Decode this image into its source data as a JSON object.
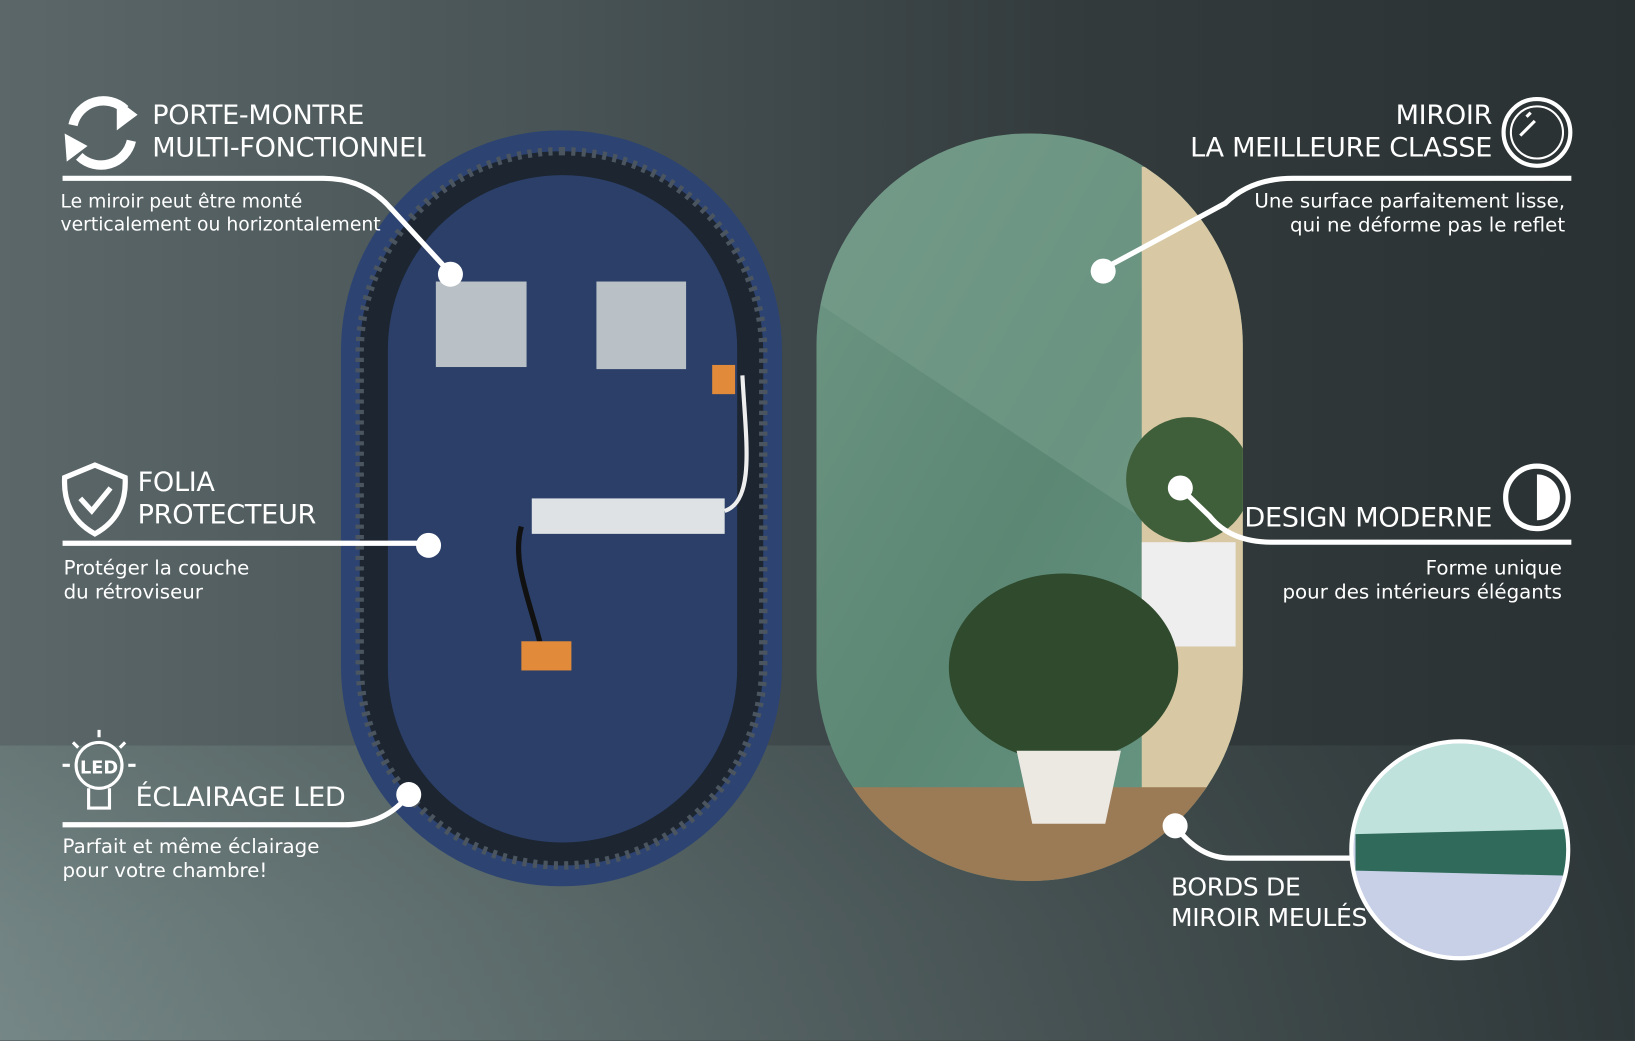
{
  "features": [
    {
      "icon": "rotate-arrows-icon",
      "title": [
        "PORTE-MONTRE",
        "MULTI-FONCTIONNEL"
      ],
      "desc": [
        "Le miroir peut être monté",
        "verticalement ou horizontalement"
      ]
    },
    {
      "icon": "shield-check-icon",
      "title": [
        "FOLIA",
        "PROTECTEUR"
      ],
      "desc": [
        "Protéger la couche",
        "du rétroviseur"
      ]
    },
    {
      "icon": "led-bulb-icon",
      "icon_text": "LED",
      "title": [
        "ÉCLAIRAGE LED"
      ],
      "desc": [
        "Parfait et même éclairage",
        "pour votre chambre!"
      ]
    },
    {
      "icon": "mirror-circle-icon",
      "title": [
        "MIROIR",
        "LA MEILLEURE CLASSE"
      ],
      "desc": [
        "Une surface parfaitement lisse,",
        "qui ne déforme pas le reflet"
      ]
    },
    {
      "icon": "half-circle-icon",
      "title": [
        "DESIGN MODERNE"
      ],
      "desc": [
        "Forme unique",
        "pour des intérieurs élégants"
      ]
    },
    {
      "icon": "glass-edge-inset",
      "title": [
        "BORDS DE",
        "MIROIR MEULÉS"
      ]
    }
  ],
  "colors": {
    "frame_blue": "#2d4472",
    "mirror_green": "#5f8a78",
    "line": "#ffffff"
  }
}
